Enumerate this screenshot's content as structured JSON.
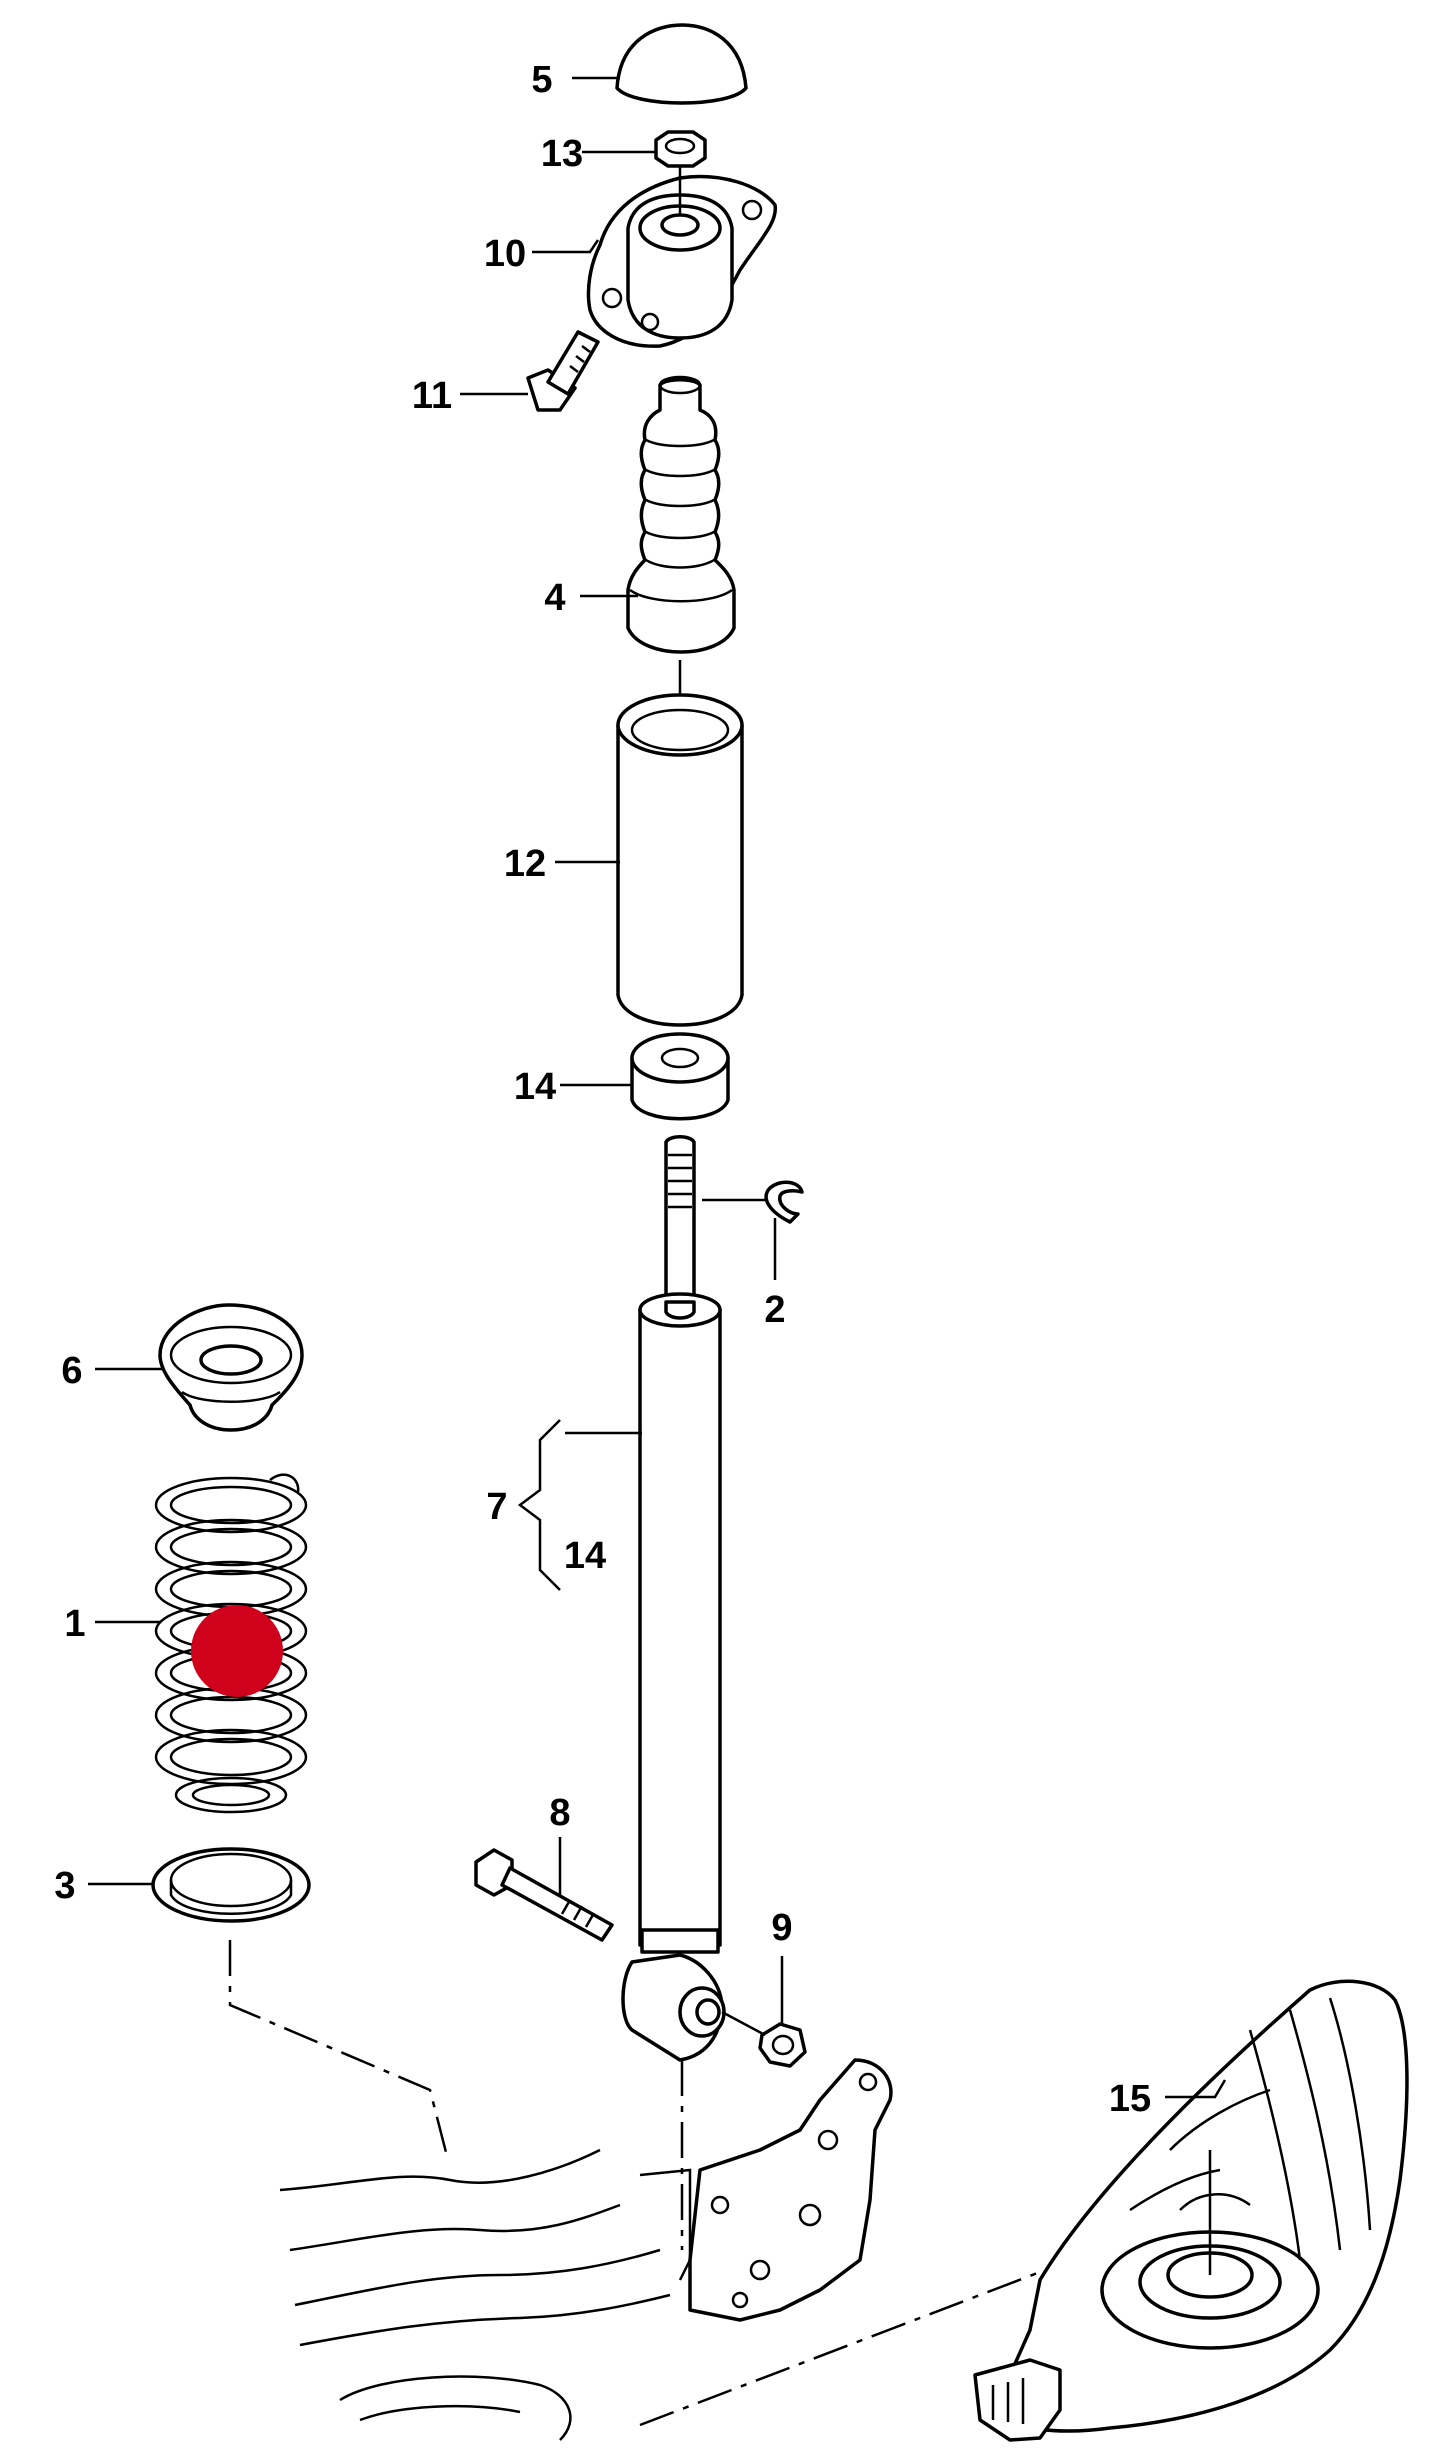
{
  "labels": {
    "p1": "1",
    "p2": "2",
    "p3": "3",
    "p4": "4",
    "p5": "5",
    "p6": "6",
    "p7": "7",
    "p7_sub": "14",
    "p8": "8",
    "p9": "9",
    "p10": "10",
    "p11": "11",
    "p12": "12",
    "p13": "13",
    "p14": "14",
    "p15": "15"
  },
  "colors": {
    "line": "#000000",
    "background": "#ffffff",
    "highlight_marker": "#d0021b"
  },
  "highlight": {
    "target_part": "1"
  }
}
